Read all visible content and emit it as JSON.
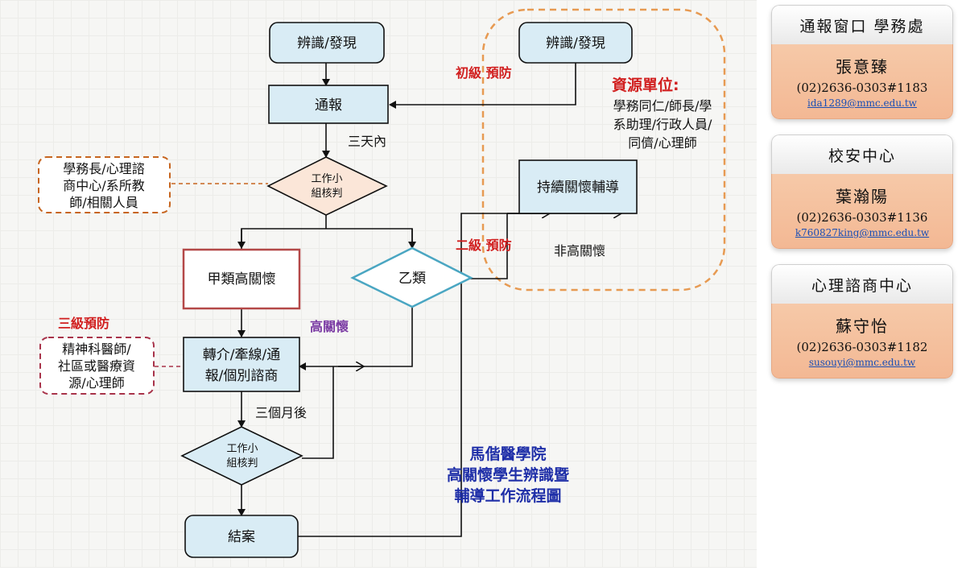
{
  "flowchart": {
    "identify_left": "辨識/發現",
    "identify_right": "辨識/發現",
    "report": "通報",
    "primary_prevention": "初級 預防",
    "within_three_days": "三天內",
    "resource_title": "資源單位:",
    "resource_lines": [
      "學務同仁/師長/學",
      "系助理/行政人員/",
      "同儕/心理師"
    ],
    "committee_left_lines": [
      "學務長/心理諮",
      "商中心/系所教",
      "師/相關人員"
    ],
    "review_1_lines": [
      "工作小",
      "組核判"
    ],
    "ongoing_care": "持續關懷輔導",
    "secondary_prevention": "二級 預防",
    "not_high_concern": "非高關懷",
    "class_a": "甲類高關懷",
    "class_b": "乙類",
    "high_concern": "高關懷",
    "tertiary_prevention": "三級預防",
    "tertiary_lines": [
      "精神科醫師/",
      "社區或醫療資",
      "源/心理師"
    ],
    "referral_lines": [
      "轉介/牽線/通",
      "報/個別諮商"
    ],
    "three_months_later": "三個月後",
    "review_2_lines": [
      "工作小",
      "組核判"
    ],
    "close_case": "結案",
    "title_lines": [
      "馬偕醫學院",
      "高關懷學生辨識暨",
      "輔導工作流程圖"
    ]
  },
  "contacts": [
    {
      "unit": "通報窗口 學務處",
      "name": "張意臻",
      "phone": "(02)2636-0303#1183",
      "email": "ida1289@mmc.edu.tw"
    },
    {
      "unit": "校安中心",
      "name": "葉瀚陽",
      "phone": "(02)2636-0303#1136",
      "email": "k760827king@mmc.edu.tw"
    },
    {
      "unit": "心理諮商中心",
      "name": "蘇守怡",
      "phone": "(02)2636-0303#1182",
      "email": "susouyi@mmc.edu.tw"
    }
  ],
  "colors": {
    "box_fill": "#d9ecf5",
    "committee_border": "#c7651f",
    "tertiary_border": "#a8334a",
    "class_a_border": "#b44848",
    "class_b_border": "#4aa6c2",
    "diamond_fill": "#fbe6d8",
    "card_body": "#f3b894"
  }
}
